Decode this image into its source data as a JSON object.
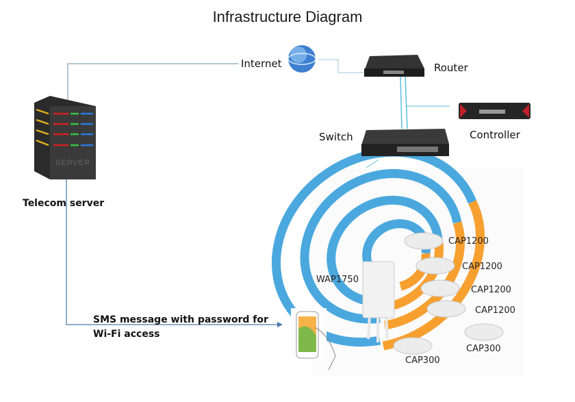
{
  "title": "Infrastructure  Diagram",
  "nodes": {
    "internet": "Internet",
    "router": "Router",
    "controller": "Controller",
    "switch": "Switch",
    "server": "Telecom server",
    "server_text": "SERVER",
    "wap": "WAP1750",
    "caps": [
      "CAP1200",
      "CAP1200",
      "CAP1200",
      "CAP1200",
      "CAP300",
      "CAP300"
    ]
  },
  "sms": {
    "line1": "SMS message with password for",
    "line2": "Wi-Fi access"
  },
  "colors": {
    "line": "#8aa6bf",
    "cyan_line": "#5bbfd9",
    "wifi_blue": "#4aa8de",
    "wifi_orange": "#f7a030",
    "device_dark": "#222222",
    "controller_red": "#c0202a"
  }
}
